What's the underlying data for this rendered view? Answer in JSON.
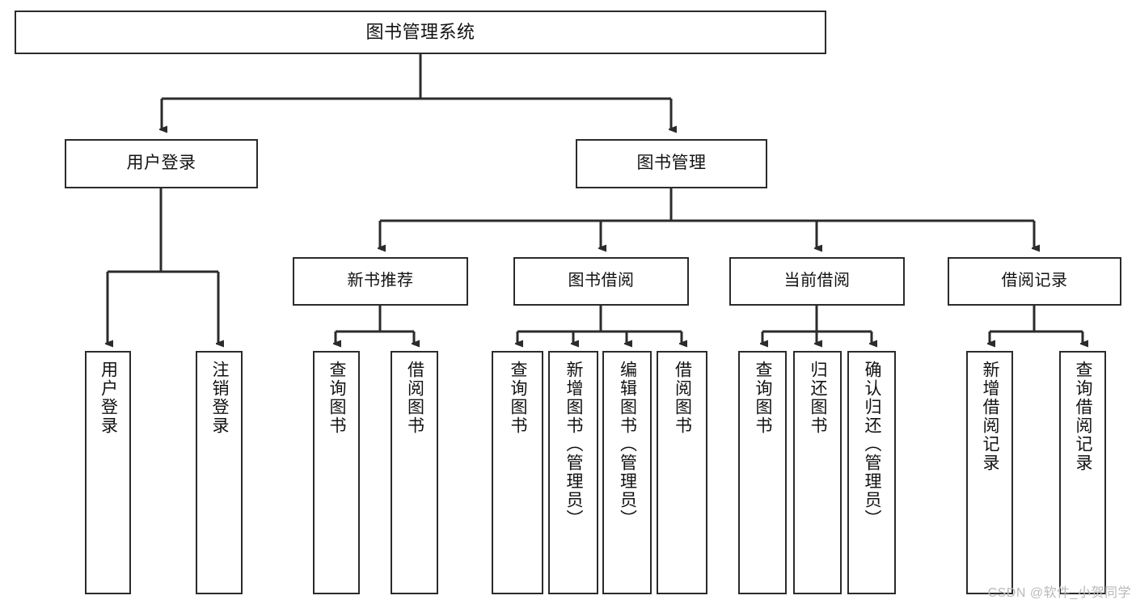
{
  "diagram": {
    "type": "tree",
    "title": "图书管理系统",
    "watermark": "CSDN @软件_小贺同学",
    "colors": {
      "box_border": "#2b2b2b",
      "box_fill": "#ffffff",
      "connector": "#2b2b2b",
      "text": "#121212",
      "watermark": "#b9b9b9"
    },
    "root": {
      "label": "图书管理系统"
    },
    "level1": [
      {
        "label": "用户登录"
      },
      {
        "label": "图书管理"
      }
    ],
    "level2": [
      {
        "label": "新书推荐"
      },
      {
        "label": "图书借阅"
      },
      {
        "label": "当前借阅"
      },
      {
        "label": "借阅记录"
      }
    ],
    "leaves": {
      "user_login": [
        {
          "label": "用户登录"
        },
        {
          "label": "注销登录"
        }
      ],
      "new_book": [
        {
          "label": "查询图书"
        },
        {
          "label": "借阅图书"
        }
      ],
      "book_borrow": [
        {
          "label": "查询图书"
        },
        {
          "label": "新增图书（管理员）"
        },
        {
          "label": "编辑图书（管理员）"
        },
        {
          "label": "借阅图书"
        }
      ],
      "current_borrow": [
        {
          "label": "查询图书"
        },
        {
          "label": "归还图书"
        },
        {
          "label": "确认归还（管理员）"
        }
      ],
      "borrow_record": [
        {
          "label": "新增借阅记录"
        },
        {
          "label": "查询借阅记录"
        }
      ]
    }
  }
}
